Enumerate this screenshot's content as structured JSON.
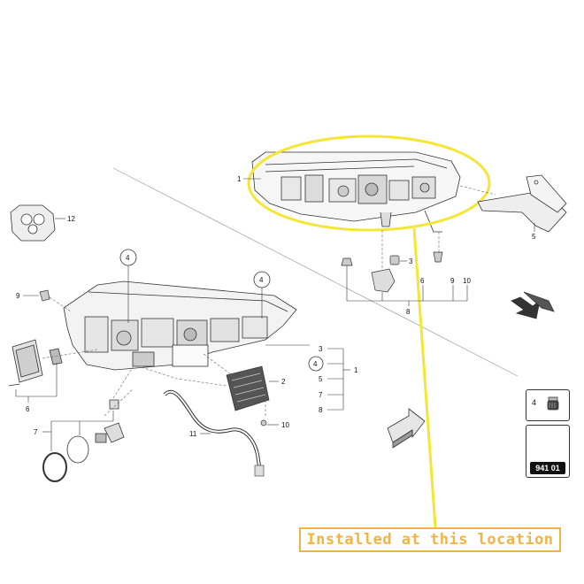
{
  "labels": {
    "l1_top": "1",
    "l12": "12",
    "l9_left": "9",
    "l6_left": "6",
    "l7_left": "7",
    "l11": "11",
    "l10_bottom": "10",
    "l2": "2",
    "l3": "3",
    "l4_circle_a": "4",
    "l4_circle_b": "4",
    "l4_circle_c": "4",
    "l5_right": "5",
    "l7_right": "7",
    "l8_right": "8",
    "l1_right": "1",
    "l5_topright": "5",
    "l3_top": "3",
    "l6_top": "6",
    "l9_top": "9",
    "l10_top": "10",
    "l8_top": "8"
  },
  "ref_box": {
    "number": "4"
  },
  "code_box": {
    "code": "941 01"
  },
  "callout": {
    "text": "Installed at this location"
  },
  "colors": {
    "highlight": "#f5e636",
    "callout": "#f2b440",
    "ink": "#222222"
  }
}
